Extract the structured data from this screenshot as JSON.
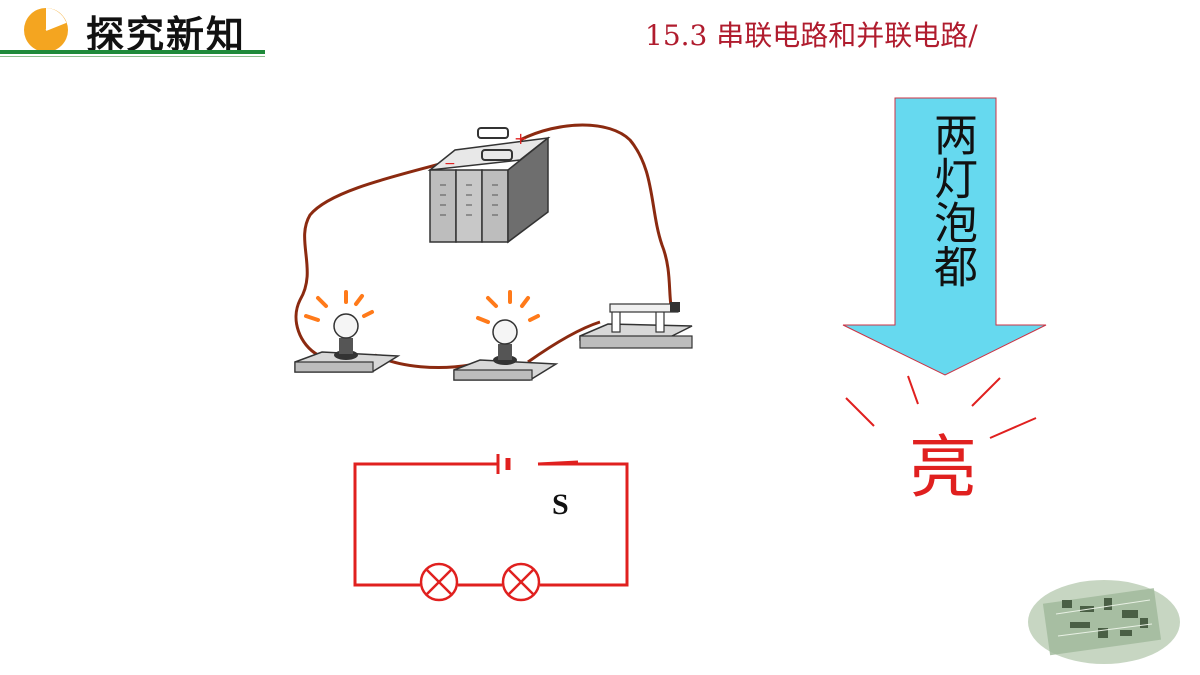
{
  "header": {
    "title": "探究新知",
    "icon": "pie-chart-icon"
  },
  "chapter": {
    "title": "15.3  串联电路和并联电路/"
  },
  "arrow": {
    "text": "两灯泡都"
  },
  "result": {
    "text": "亮"
  },
  "schematic": {
    "switch_label": "S"
  },
  "colors": {
    "accent": "#b01c2e",
    "red": "#e0201f",
    "green": "#1f8a3a",
    "arrow": "#66d9ef",
    "wire": "#8b2a10",
    "bulb_glow": "#ff7a1a"
  }
}
